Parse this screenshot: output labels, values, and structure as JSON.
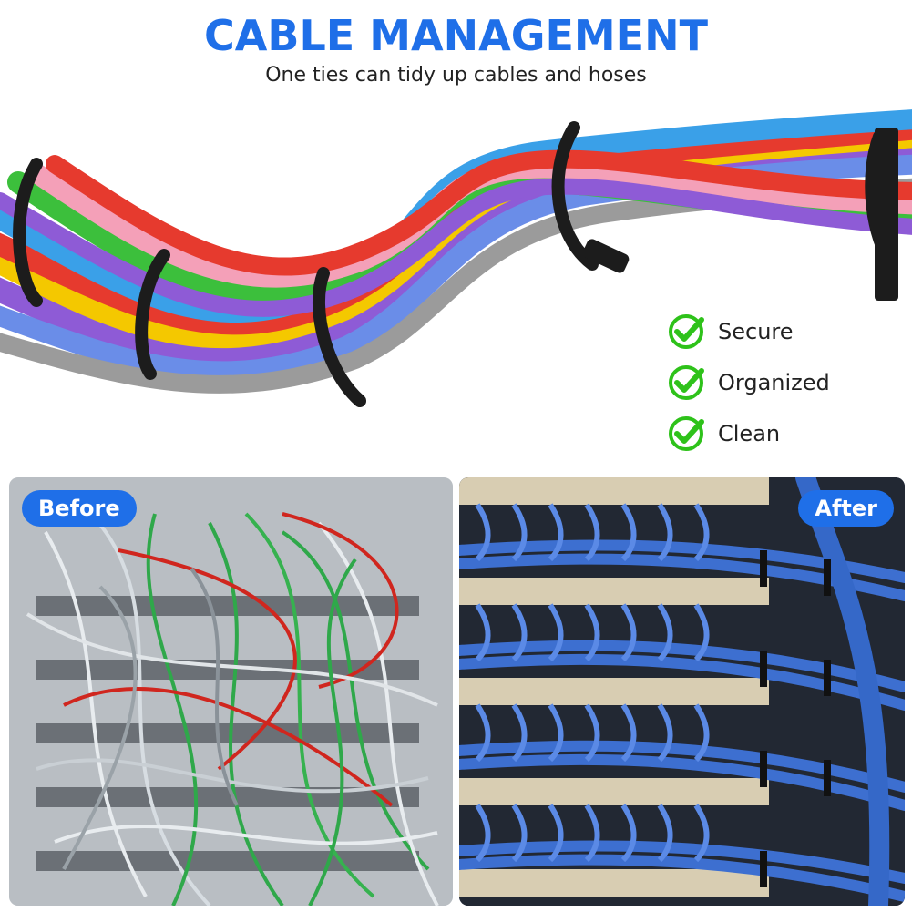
{
  "header": {
    "title": "CABLE MANAGEMENT",
    "subtitle": "One ties can tidy up cables and hoses"
  },
  "features": [
    {
      "label": "Secure",
      "icon": "check-icon"
    },
    {
      "label": "Organized",
      "icon": "check-icon"
    },
    {
      "label": "Clean",
      "icon": "check-icon"
    }
  ],
  "comparison": {
    "before_label": "Before",
    "after_label": "After"
  },
  "colors": {
    "accent": "#1f6fe8",
    "check": "#2ec21a",
    "tie": "#1c1c1c"
  }
}
